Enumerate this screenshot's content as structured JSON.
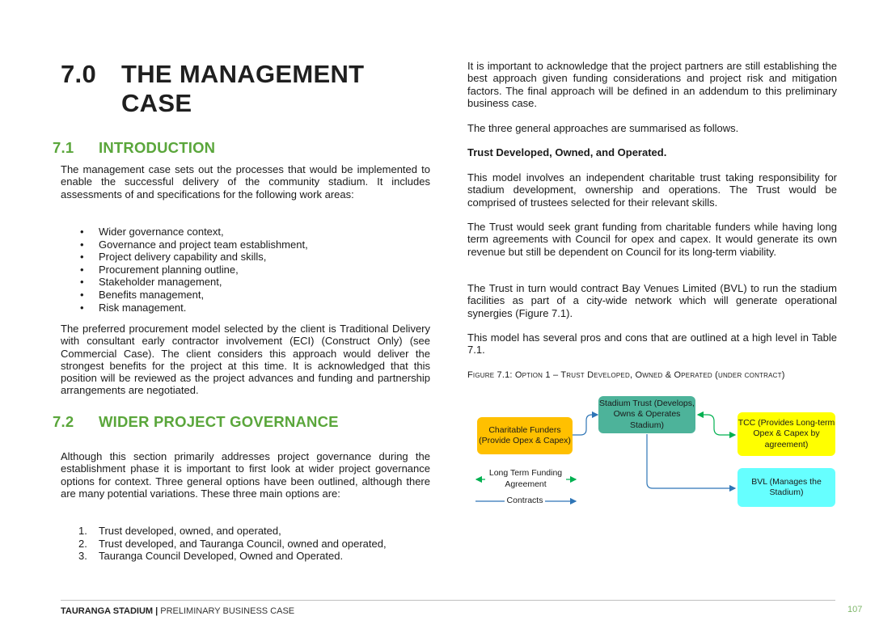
{
  "heading": {
    "number": "7.0",
    "line1": "THE MANAGEMENT",
    "line2": "CASE"
  },
  "sections": [
    {
      "number": "7.1",
      "title": "INTRODUCTION"
    },
    {
      "number": "7.2",
      "title": "WIDER PROJECT GOVERNANCE"
    }
  ],
  "left": {
    "intro_para": "The management case sets out the processes that would be implemented to enable the successful delivery of the community stadium. It includes assessments of and specifications for the following work areas:",
    "bullets": [
      "Wider governance context,",
      "Governance and project team establishment,",
      "Project delivery capability and skills,",
      "Procurement planning outline,",
      "Stakeholder management,",
      "Benefits management,",
      "Risk management."
    ],
    "procurement_para": "The preferred procurement model selected by the client is Traditional Delivery with consultant early contractor involvement (ECI) (Construct Only) (see Commercial Case). The client considers this approach would deliver the strongest benefits for the project at this time. It is acknowledged that this position will be reviewed as the project advances and funding and partnership arrangements are negotiated.",
    "governance_para": "Although this section primarily addresses project governance during the establishment phase it is important to first look at wider project governance options for context. Three general options have been outlined, although there are many potential variations. These three main options are:",
    "options": [
      {
        "index": "1.",
        "text": "Trust developed, owned, and operated,"
      },
      {
        "index": "2.",
        "text": "Trust developed, and Tauranga Council, owned and operated,"
      },
      {
        "index": "3.",
        "text": "Tauranga Council Developed, Owned and Operated."
      }
    ]
  },
  "right": {
    "para1": "It is important to acknowledge that the project partners are still establishing the best approach given funding considerations and project risk and mitigation factors. The final approach will be defined in an addendum to this preliminary business case.",
    "para2": "The three general approaches are summarised as follows.",
    "subhead": "Trust Developed, Owned, and Operated.",
    "para3": "This model involves an independent charitable trust taking responsibility for stadium development, ownership and operations. The Trust would be comprised of trustees selected for their relevant skills.",
    "para4": "The Trust would seek grant funding from charitable funders while having long term agreements with Council for opex and capex. It would generate its own revenue but still be dependent on Council for its long-term viability.",
    "para5": "The Trust in turn would contract Bay Venues Limited (BVL) to run the stadium facilities as part of a city-wide network which will generate operational synergies (Figure 7.1).",
    "para6": "This model has several pros and cons that are outlined at a high level in Table 7.1.",
    "figure_caption": "Figure 7.1: Option 1 – Trust Developed, Owned & Operated (under contract)"
  },
  "diagram": {
    "nodes": {
      "stadium_trust": "Stadium Trust (Develops, Owns & Operates Stadium)",
      "charitable_funders": "Charitable Funders (Provide Opex & Capex)",
      "tcc": "TCC (Provides Long-term Opex & Capex by agreement)",
      "bvl": "BVL (Manages the Stadium)"
    },
    "legend": {
      "long_term": "Long Term Funding Agreement",
      "contracts": "Contracts"
    },
    "colors": {
      "stadium_trust": "#4db39a",
      "charitable_funders": "#ffc000",
      "tcc": "#ffff00",
      "bvl": "#66ffff",
      "arrow_blue": "#2e75b6",
      "arrow_green": "#00b050"
    }
  },
  "footer": {
    "title_bold": "TAURANGA STADIUM |",
    "title_rest": "PRELIMINARY BUSINESS CASE",
    "page": "107"
  }
}
